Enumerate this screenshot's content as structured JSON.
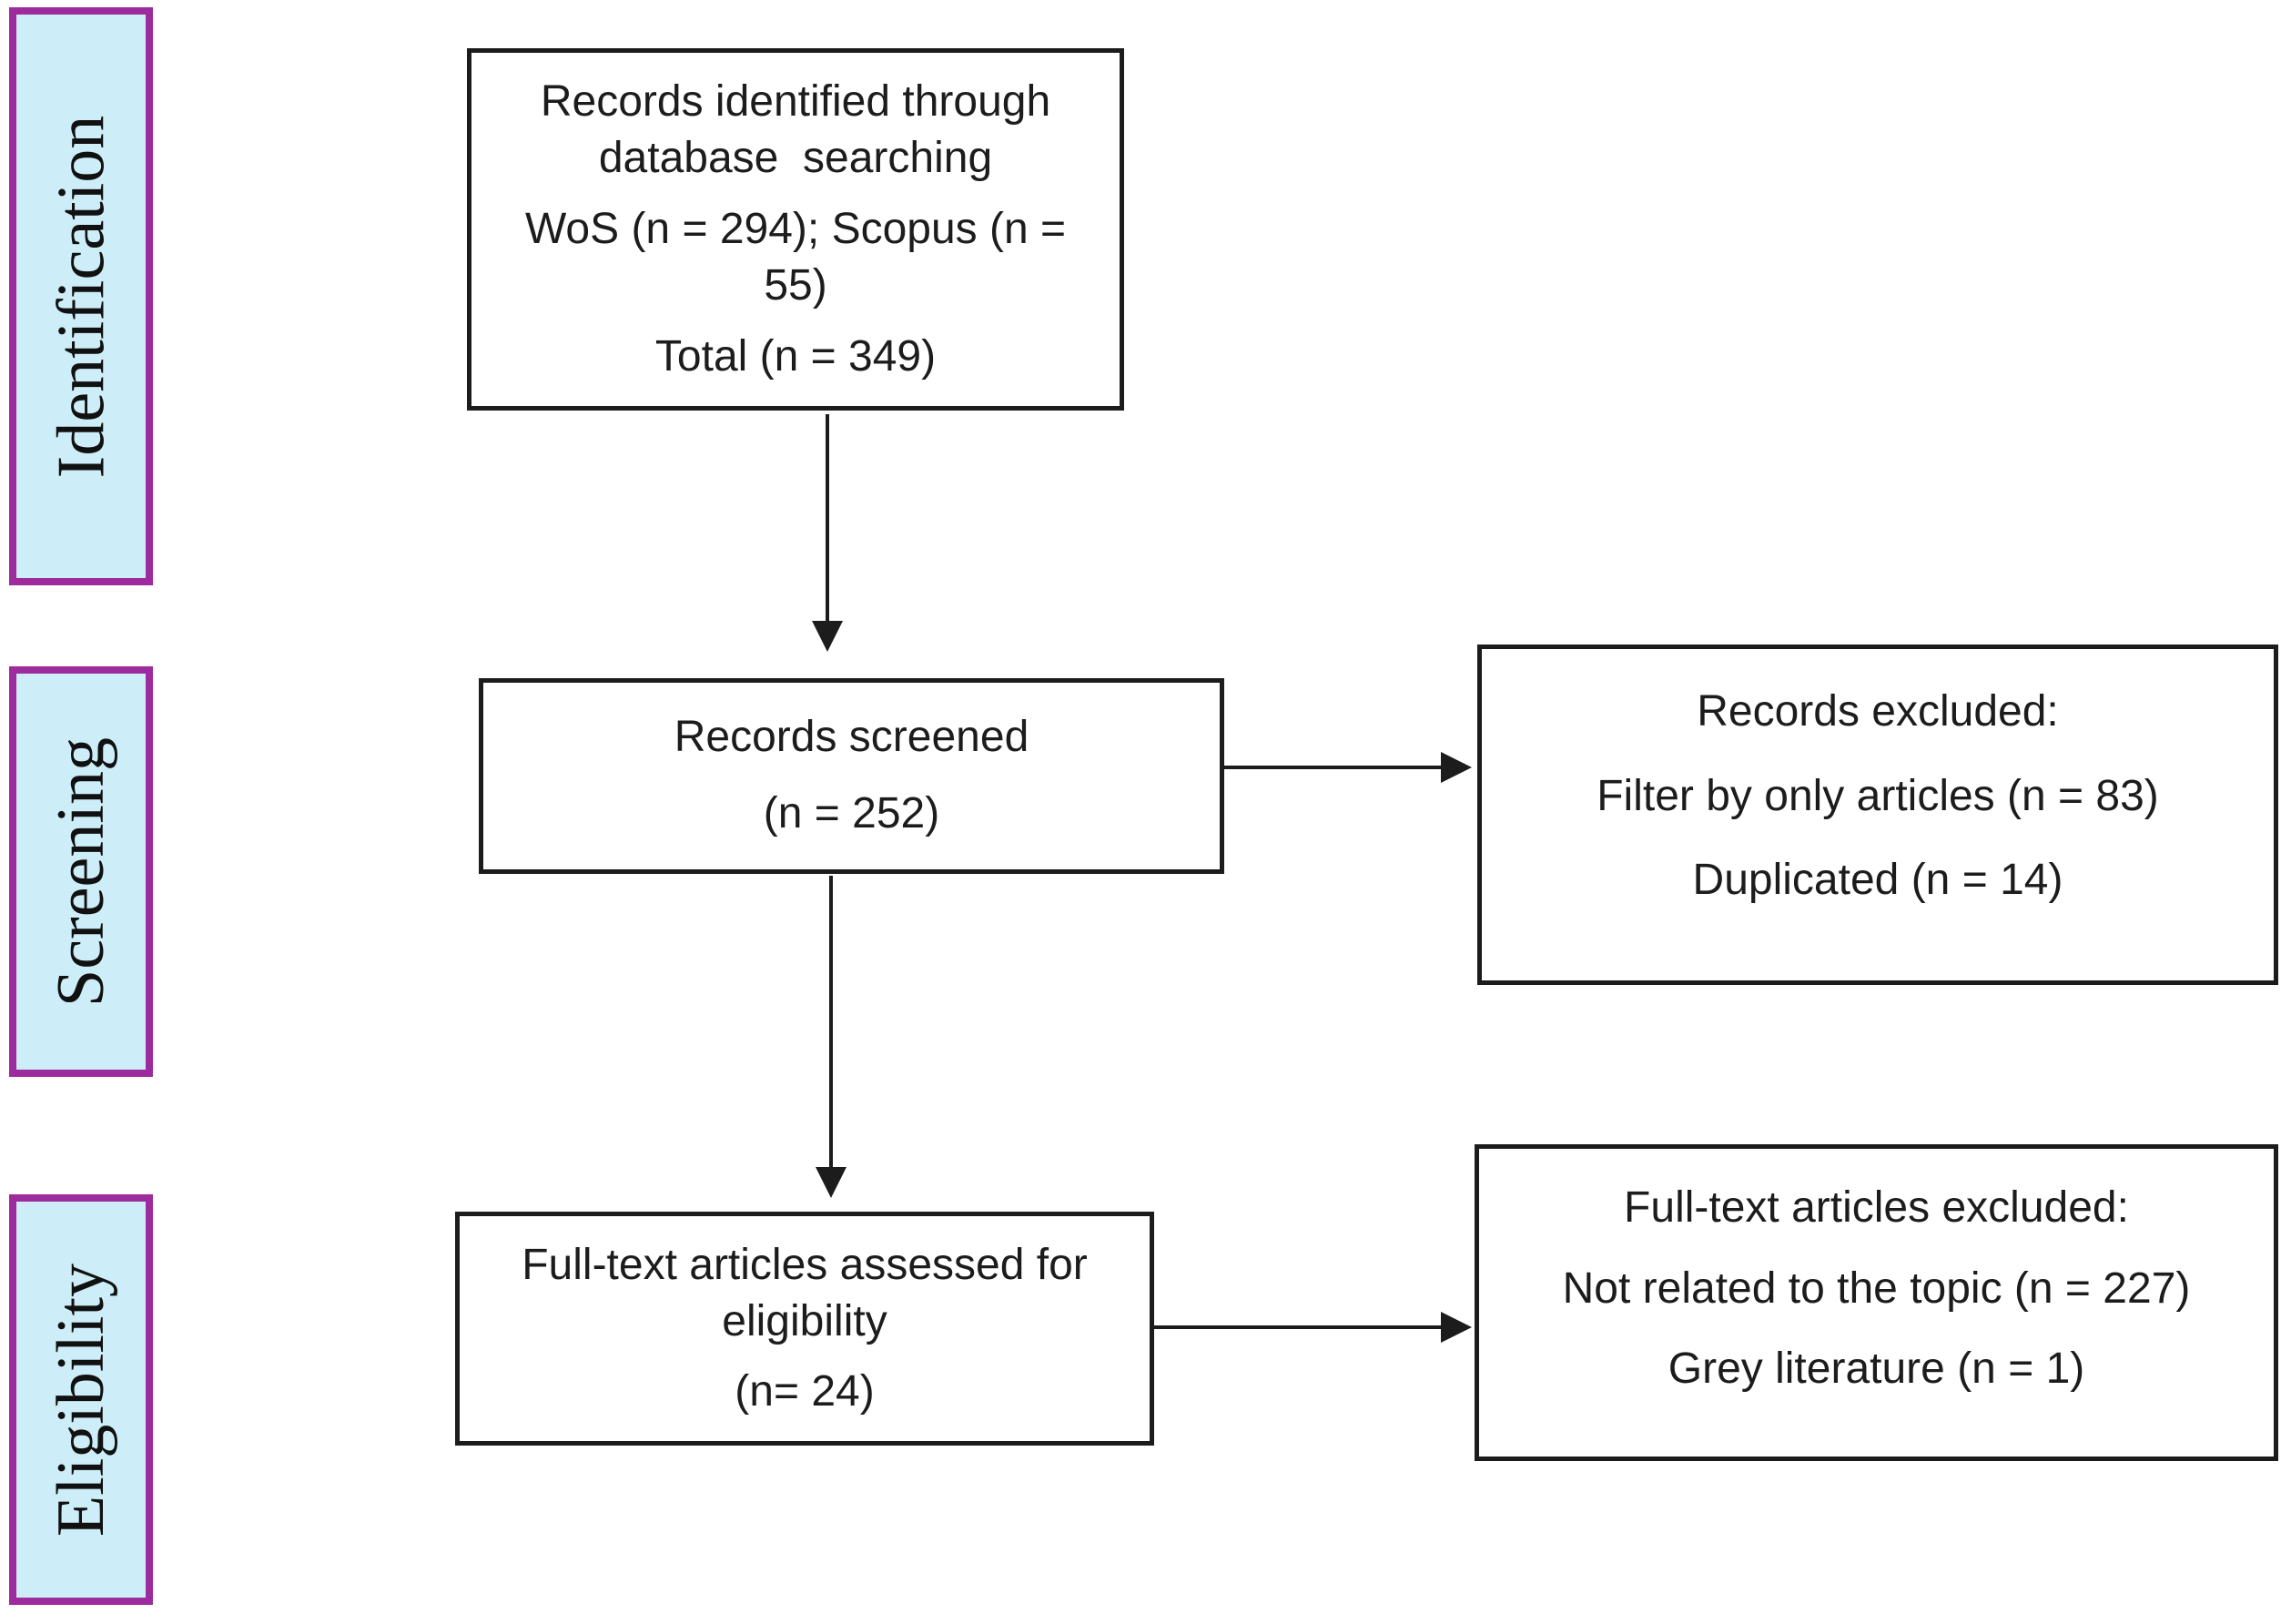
{
  "diagram": {
    "stages": [
      {
        "label": "Identification"
      },
      {
        "label": "Screening"
      },
      {
        "label": "Eligibility"
      }
    ],
    "boxes": {
      "identified": {
        "line1": "Records identified through",
        "line2": "database  searching",
        "sources": "WoS (n = 294); Scopus (n = 55)",
        "total": "Total (n = 349)"
      },
      "screened": {
        "title": "Records screened",
        "count": "(n = 252)"
      },
      "records_excluded": {
        "title": "Records excluded:",
        "reason1": "Filter by only articles (n = 83)",
        "reason2": "Duplicated (n = 14)"
      },
      "fulltext": {
        "line1": "Full-text articles assessed for",
        "line2": "eligibility",
        "count": "(n= 24)"
      },
      "fulltext_excluded": {
        "title": "Full-text articles excluded:",
        "reason1": "Not related to the topic (n = 227)",
        "reason2": "Grey literature (n = 1)"
      }
    },
    "colors": {
      "background": "#ffffff",
      "stage_fill": "#cdeef8",
      "stage_border": "#9e2b9d",
      "box_border": "#1c1c1c",
      "text": "#1c1c1c"
    }
  }
}
